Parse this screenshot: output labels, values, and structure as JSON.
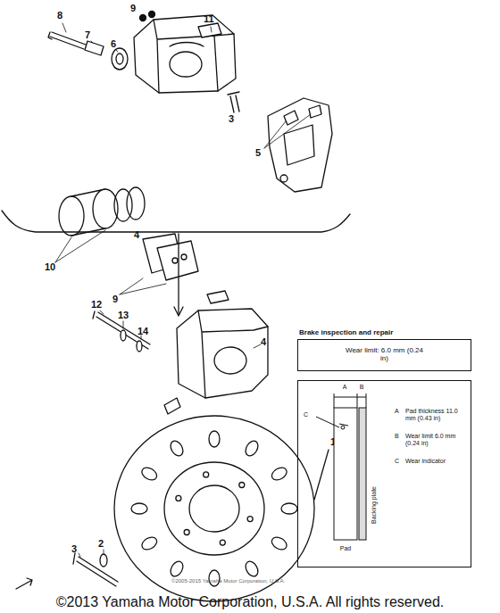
{
  "diagram": {
    "caption": "©2013 Yamaha Motor Corporation, U.S.A. All rights reserved.",
    "nodes": [
      {
        "text": [
          "Brake inspection and repair",
          "Wear limit: 6.0 mm (0.24 in)"
        ]
      },
      {
        "text": [
          "A",
          "B",
          "C",
          "A",
          "Pad thickness 11.0 mm (0.43 in)",
          "B",
          "Wear limit 6.0 mm (0.24 in)",
          "C",
          "Wear indicator",
          "Backing plate",
          "Pad"
        ]
      }
    ],
    "labels": [
      "8",
      "7",
      "6",
      "9",
      "11",
      "3",
      "5",
      "10",
      "4",
      "9",
      "12",
      "13",
      "14",
      "4",
      "1",
      "3",
      "2",
      "©2005-2015 Yamaha Motor Corporation, U.S.A."
    ]
  }
}
